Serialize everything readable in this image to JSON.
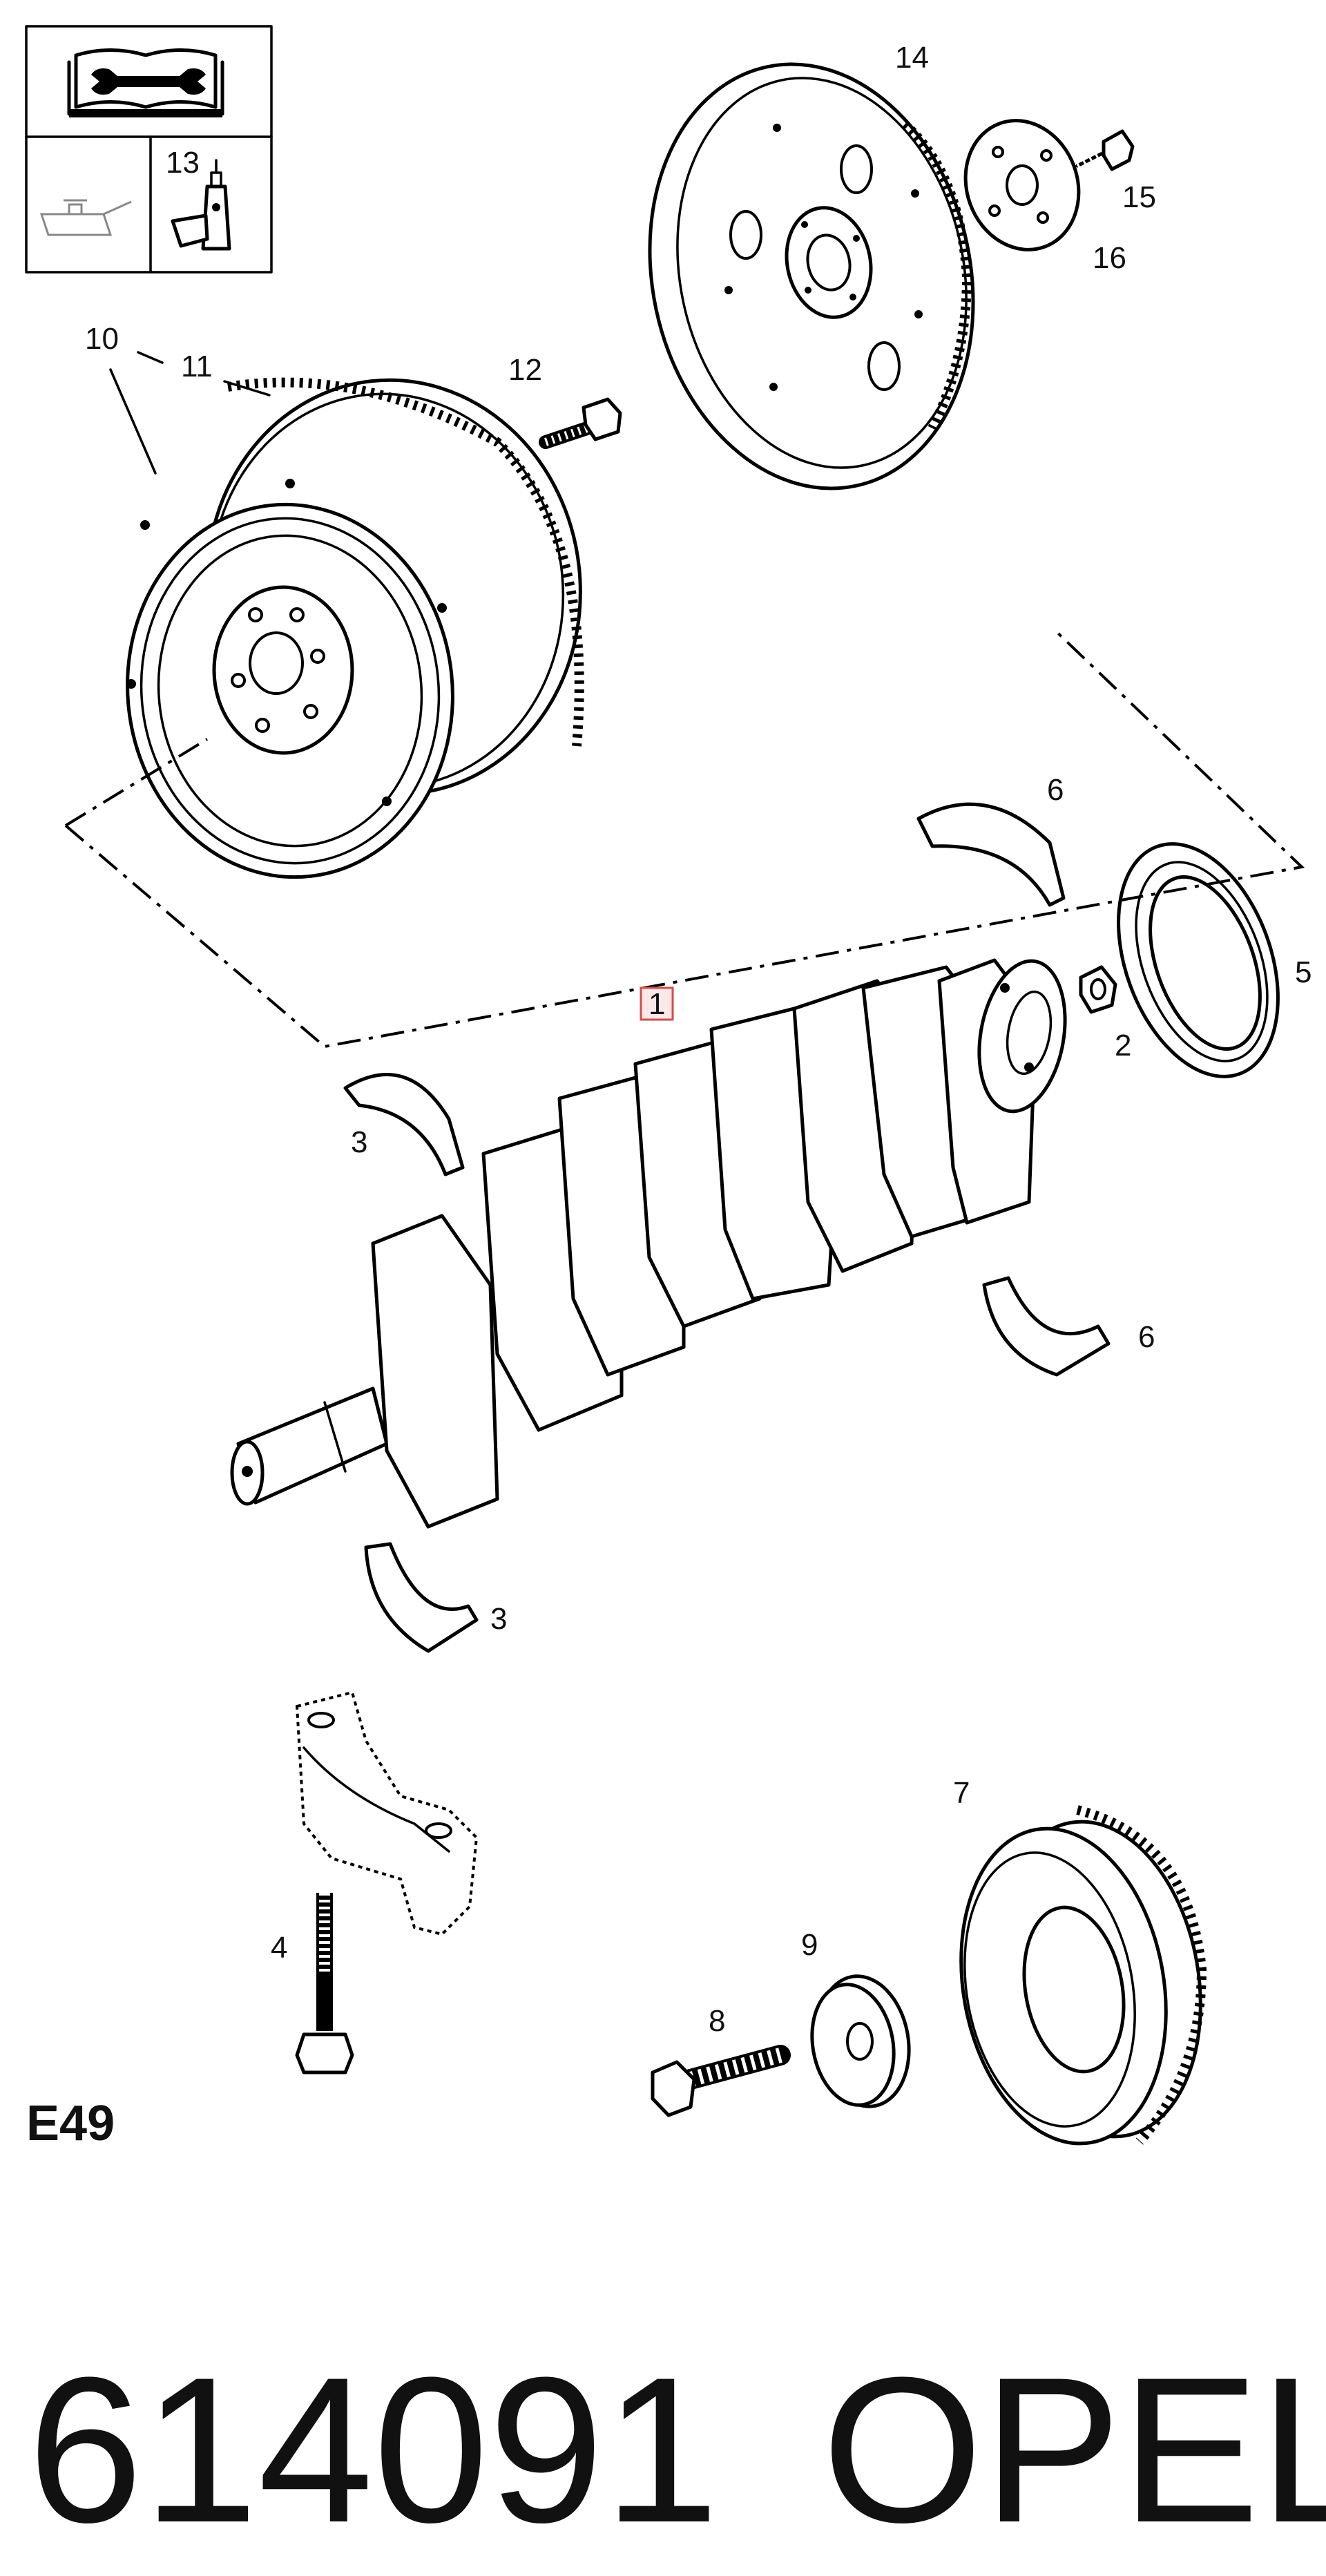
{
  "diagram": {
    "section_code": "E49",
    "part_number": "614091",
    "brand": "OPEL",
    "highlighted_callout": "1",
    "callouts": {
      "c1": "1",
      "c2": "2",
      "c3a": "3",
      "c3b": "3",
      "c4": "4",
      "c5": "5",
      "c6a": "6",
      "c6b": "6",
      "c7": "7",
      "c8": "8",
      "c9": "9",
      "c10": "10",
      "c11": "11",
      "c12": "12",
      "c13": "13",
      "c14": "14",
      "c15": "15",
      "c16": "16"
    },
    "icons": [
      "manual-wrench-icon",
      "oil-can-icon",
      "sealant-tube-icon"
    ]
  }
}
